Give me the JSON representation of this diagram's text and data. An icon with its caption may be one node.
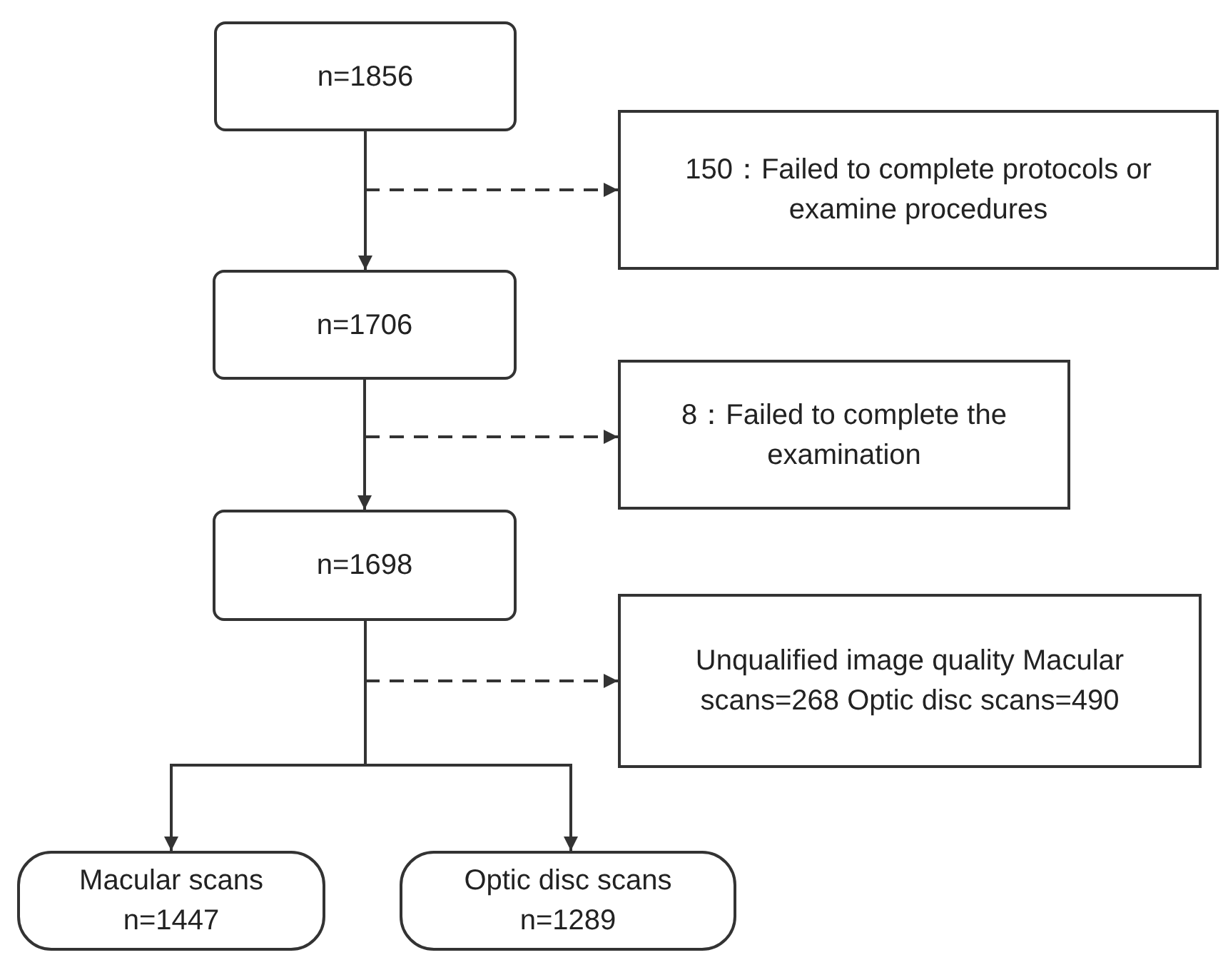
{
  "diagram": {
    "nodes": [
      {
        "text": [
          "n=1856"
        ]
      },
      {
        "text": [
          "150：Failed to complete protocols or examine procedures"
        ]
      },
      {
        "text": [
          "n=1706"
        ]
      },
      {
        "text": [
          "8：Failed to complete the examination"
        ]
      },
      {
        "text": [
          "n=1698"
        ]
      },
      {
        "text": [
          "Unqualified image quality Macular scans=268 Optic disc scans=490"
        ]
      },
      {
        "text": [
          "Macular scans n=1447"
        ]
      },
      {
        "text": [
          "Optic disc scans n=1289"
        ]
      }
    ],
    "edges": [
      {
        "from": 0,
        "to": 2,
        "arrow": "to"
      },
      {
        "from": null,
        "to": 1,
        "arrow": "to",
        "style": "dashed"
      },
      {
        "from": 2,
        "to": 4,
        "arrow": "to"
      },
      {
        "from": null,
        "to": 3,
        "arrow": "to",
        "style": "dashed"
      },
      {
        "from": 4,
        "to": 6,
        "arrow": "to"
      },
      {
        "from": 4,
        "to": 7,
        "arrow": "to"
      },
      {
        "from": null,
        "to": 5,
        "arrow": "to",
        "style": "dashed"
      }
    ]
  }
}
